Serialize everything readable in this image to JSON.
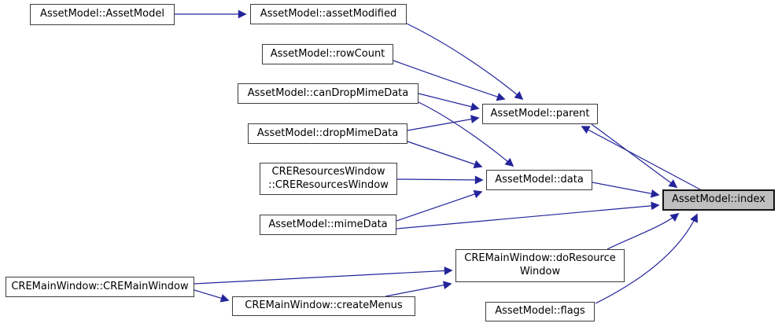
{
  "diagram": {
    "type": "call-graph",
    "colors": {
      "background": "#ffffff",
      "edge": "#24249a",
      "node_fill": "#ffffff",
      "node_border": "#3d3d3d",
      "highlight_fill": "#bfbfbf",
      "highlight_border": "#141414",
      "text": "#000000"
    },
    "nodes": [
      {
        "id": "assetmodel-constructor",
        "label": "AssetModel::AssetModel",
        "highlighted": false
      },
      {
        "id": "assetmodel-assetmodified",
        "label": "AssetModel::assetModified",
        "highlighted": false
      },
      {
        "id": "assetmodel-rowcount",
        "label": "AssetModel::rowCount",
        "highlighted": false
      },
      {
        "id": "assetmodel-candropmimedata",
        "label": "AssetModel::canDropMimeData",
        "highlighted": false
      },
      {
        "id": "assetmodel-dropmimedata",
        "label": "AssetModel::dropMimeData",
        "highlighted": false
      },
      {
        "id": "creresourceswindow-constructor",
        "label": "CREResourcesWindow\n::CREResourcesWindow",
        "highlighted": false
      },
      {
        "id": "assetmodel-mimedata",
        "label": "AssetModel::mimeData",
        "highlighted": false
      },
      {
        "id": "cremainwindow-constructor",
        "label": "CREMainWindow::CREMainWindow",
        "highlighted": false
      },
      {
        "id": "cremainwindow-createmenus",
        "label": "CREMainWindow::createMenus",
        "highlighted": false
      },
      {
        "id": "cremainwindow-doresourcewindow",
        "label": "CREMainWindow::doResource\nWindow",
        "highlighted": false
      },
      {
        "id": "assetmodel-flags",
        "label": "AssetModel::flags",
        "highlighted": false
      },
      {
        "id": "assetmodel-parent",
        "label": "AssetModel::parent",
        "highlighted": false
      },
      {
        "id": "assetmodel-data",
        "label": "AssetModel::data",
        "highlighted": false
      },
      {
        "id": "assetmodel-index",
        "label": "AssetModel::index",
        "highlighted": true
      }
    ],
    "edges": [
      {
        "from": "AssetModel::AssetModel",
        "to": "AssetModel::assetModified"
      },
      {
        "from": "AssetModel::assetModified",
        "to": "AssetModel::parent"
      },
      {
        "from": "AssetModel::rowCount",
        "to": "AssetModel::parent"
      },
      {
        "from": "AssetModel::canDropMimeData",
        "to": "AssetModel::parent"
      },
      {
        "from": "AssetModel::dropMimeData",
        "to": "AssetModel::parent"
      },
      {
        "from": "AssetModel::canDropMimeData",
        "to": "AssetModel::data"
      },
      {
        "from": "AssetModel::dropMimeData",
        "to": "AssetModel::data"
      },
      {
        "from": "CREResourcesWindow::CREResourcesWindow",
        "to": "AssetModel::data"
      },
      {
        "from": "AssetModel::mimeData",
        "to": "AssetModel::data"
      },
      {
        "from": "AssetModel::mimeData",
        "to": "AssetModel::index"
      },
      {
        "from": "AssetModel::data",
        "to": "AssetModel::index"
      },
      {
        "from": "AssetModel::parent",
        "to": "AssetModel::index"
      },
      {
        "from": "AssetModel::index",
        "to": "AssetModel::parent"
      },
      {
        "from": "CREMainWindow::CREMainWindow",
        "to": "CREMainWindow::doResourceWindow"
      },
      {
        "from": "CREMainWindow::CREMainWindow",
        "to": "CREMainWindow::createMenus"
      },
      {
        "from": "CREMainWindow::createMenus",
        "to": "CREMainWindow::doResourceWindow"
      },
      {
        "from": "CREMainWindow::doResourceWindow",
        "to": "AssetModel::index"
      },
      {
        "from": "AssetModel::flags",
        "to": "AssetModel::index"
      }
    ]
  }
}
